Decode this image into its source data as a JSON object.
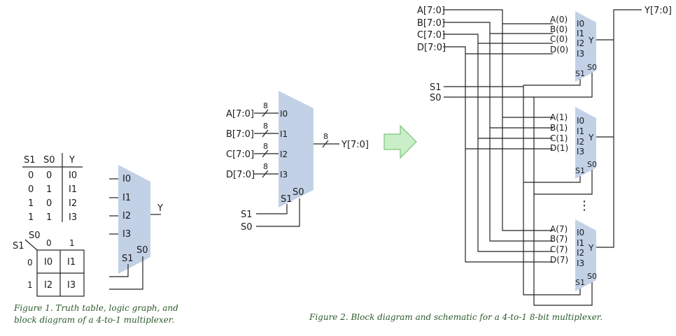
{
  "colors": {
    "mux_fill": "#c2d1e6",
    "arrow_fill": "#c8efc8",
    "arrow_stroke": "#7cc47c",
    "caption": "#2b5a2b",
    "wire": "#222222"
  },
  "fig1": {
    "truth_table": {
      "headers": [
        "S1",
        "S0",
        "Y"
      ],
      "rows": [
        [
          "0",
          "0",
          "I0"
        ],
        [
          "0",
          "1",
          "I1"
        ],
        [
          "1",
          "0",
          "I2"
        ],
        [
          "1",
          "1",
          "I3"
        ]
      ]
    },
    "kmap": {
      "row_var": "S1",
      "col_var": "S0",
      "col_labels": [
        "0",
        "1"
      ],
      "row_labels": [
        "0",
        "1"
      ],
      "cells": [
        [
          "I0",
          "I1"
        ],
        [
          "I2",
          "I3"
        ]
      ]
    },
    "mux": {
      "inputs": [
        "I0",
        "I1",
        "I2",
        "I3"
      ],
      "selects": [
        "S1",
        "S0"
      ],
      "output": "Y"
    },
    "caption_line1": "Figure 1. Truth table, logic graph, and",
    "caption_line2": "block diagram of a 4-to-1 multiplexer."
  },
  "fig2": {
    "block": {
      "inputs": [
        "A[7:0]",
        "B[7:0]",
        "C[7:0]",
        "D[7:0]"
      ],
      "ports": [
        "I0",
        "I1",
        "I2",
        "I3"
      ],
      "width": "8",
      "output": "Y[7:0]",
      "selects": [
        "S1",
        "S0"
      ],
      "port_y": "Y"
    },
    "schematic": {
      "buses": [
        "A[7:0]",
        "B[7:0]",
        "C[7:0]",
        "D[7:0]"
      ],
      "selects": [
        "S1",
        "S0"
      ],
      "output": "Y[7:0]",
      "mux0_bits": [
        "A(0)",
        "B(0)",
        "C(0)",
        "D(0)"
      ],
      "mux1_bits": [
        "A(1)",
        "B(1)",
        "C(1)",
        "D(1)"
      ],
      "mux7_bits": [
        "A(7)",
        "B(7)",
        "C(7)",
        "D(7)"
      ],
      "ellipsis": "⋮"
    },
    "caption": "Figure 2. Block diagram and schematic for a 4-to-1 8-bit multiplexer."
  }
}
